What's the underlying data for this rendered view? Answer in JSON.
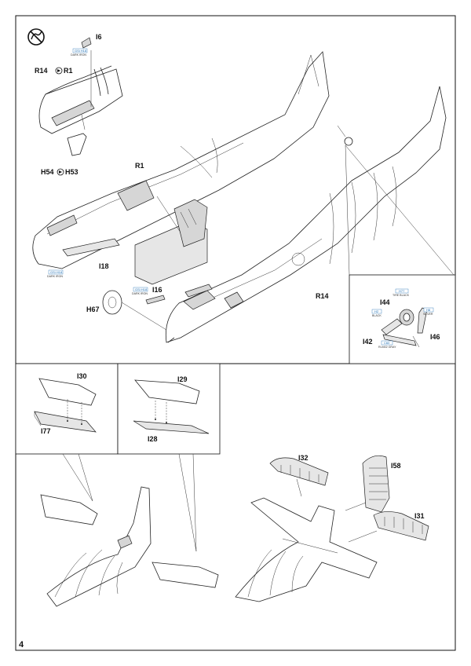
{
  "page": {
    "number": "4"
  },
  "main_assembly": {
    "no_glue_symbol": "no-cement",
    "labels": {
      "i6": "I6",
      "r14_to_r1": {
        "from": "R14",
        "to": "R1"
      },
      "h54_to_h53": {
        "from": "H54",
        "to": "H53"
      },
      "r1": "R1",
      "i18": "I18",
      "h67": "H67",
      "i16": "I16",
      "r14": "R14"
    },
    "paint_callouts": [
      {
        "id": "dark-iron-i6",
        "code": "GSi H18",
        "name": "DARK IRON"
      },
      {
        "id": "dark-iron-i18",
        "code": "GSi H18",
        "name": "DARK IRON"
      },
      {
        "id": "dark-iron-i16",
        "code": "GSi H18",
        "name": "DARK IRON"
      }
    ]
  },
  "wheel_inset": {
    "labels": {
      "i44": "I44",
      "i42": "I42",
      "i46": "I46"
    },
    "paint_callouts": [
      {
        "id": "tire-black",
        "code": "H77",
        "name": "TIRE BLACK"
      },
      {
        "id": "black",
        "code": "H2",
        "name": "BLACK"
      },
      {
        "id": "silver",
        "code": "H8",
        "name": "SILVER"
      },
      {
        "id": "rlm02-gray",
        "code": "C60",
        "name": "RLM02 GRAY"
      }
    ]
  },
  "rudder_insets": {
    "left": {
      "labels": {
        "i30": "I30",
        "i77": "I77"
      }
    },
    "right": {
      "labels": {
        "i29": "I29",
        "i28": "I28"
      }
    }
  },
  "tail_assembly": {
    "labels": {
      "i32": "I32",
      "i58": "I58",
      "i31": "I31"
    }
  }
}
